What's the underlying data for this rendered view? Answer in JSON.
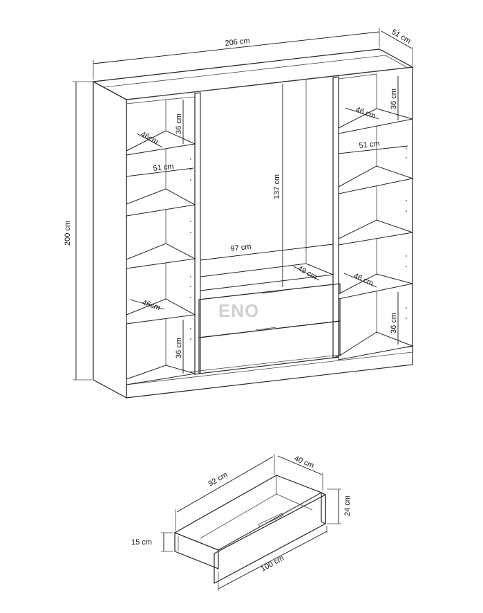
{
  "wardrobe": {
    "width_label": "206 cm",
    "depth_label": "51 cm",
    "height_label": "200 cm",
    "middle_height_label": "137 cm",
    "middle_width_label": "97 cm",
    "middle_depth_label": "49 cm",
    "left_shelf_height_top": "36 cm",
    "left_shelf_height_bottom": "36 cm",
    "left_depth_top": "46cm",
    "left_depth_bottom": "46cm",
    "left_width": "51 cm",
    "right_shelf_height_top": "36 cm",
    "right_shelf_height_bottom": "36 cm",
    "right_depth_top": "46 cm",
    "right_depth_bottom": "46 cm",
    "right_width": "51 cm",
    "watermark": "ENO"
  },
  "drawer": {
    "length_label": "92 cm",
    "depth_label": "40 cm",
    "back_height_label": "24 cm",
    "front_height_label": "15 cm",
    "front_width_label": "100 cm"
  }
}
